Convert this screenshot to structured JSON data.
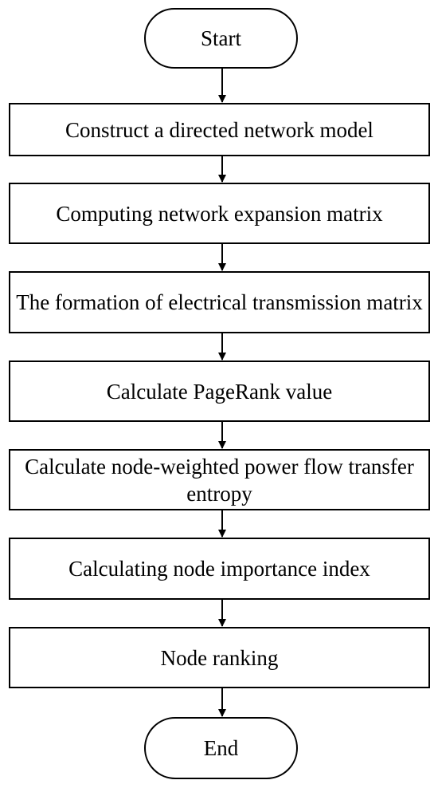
{
  "flowchart": {
    "start": "Start",
    "steps": [
      "Construct a directed network model",
      "Computing network expansion matrix",
      "The formation of electrical transmission matrix",
      "Calculate PageRank value",
      "Calculate node-weighted power flow transfer entropy",
      "Calculating node importance index",
      "Node ranking"
    ],
    "end": "End"
  }
}
